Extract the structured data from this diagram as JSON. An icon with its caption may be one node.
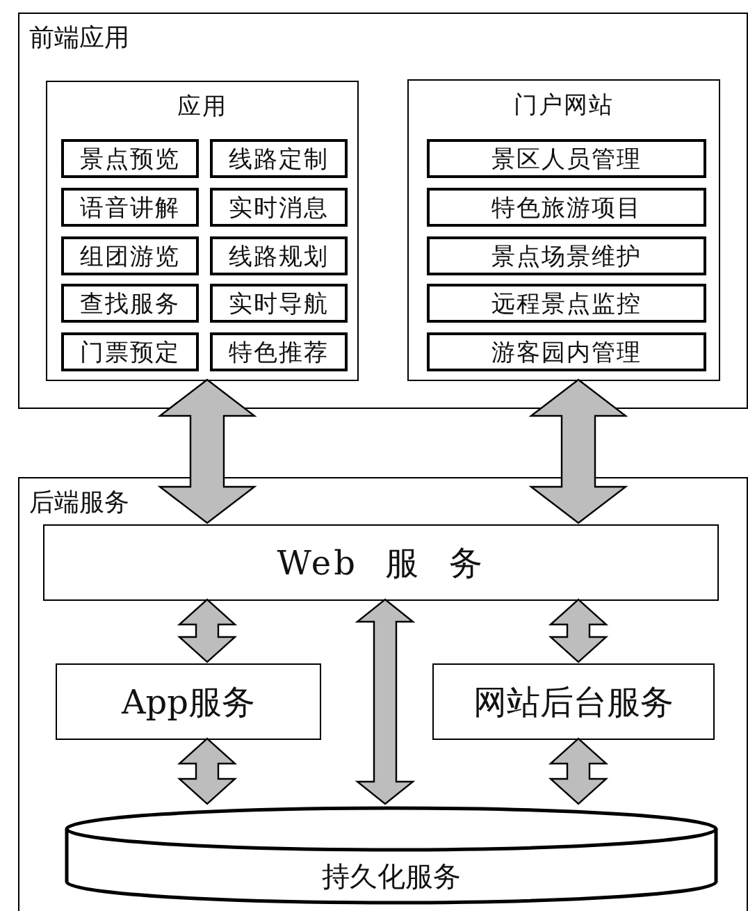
{
  "diagram": {
    "nodes": [
      {
        "text": [
          "前端应用"
        ]
      },
      {
        "text": [
          "应用"
        ],
        "in": 0
      },
      {
        "text": [
          "景点预览"
        ],
        "in": 1
      },
      {
        "text": [
          "线路定制"
        ],
        "in": 1
      },
      {
        "text": [
          "语音讲解"
        ],
        "in": 1
      },
      {
        "text": [
          "实时消息"
        ],
        "in": 1
      },
      {
        "text": [
          "组团游览"
        ],
        "in": 1
      },
      {
        "text": [
          "线路规划"
        ],
        "in": 1
      },
      {
        "text": [
          "查找服务"
        ],
        "in": 1
      },
      {
        "text": [
          "实时导航"
        ],
        "in": 1
      },
      {
        "text": [
          "门票预定"
        ],
        "in": 1
      },
      {
        "text": [
          "特色推荐"
        ],
        "in": 1
      },
      {
        "text": [
          "门户网站"
        ],
        "in": 0
      },
      {
        "text": [
          "景区人员管理"
        ],
        "in": 12
      },
      {
        "text": [
          "特色旅游项目"
        ],
        "in": 12
      },
      {
        "text": [
          "景点场景维护"
        ],
        "in": 12
      },
      {
        "text": [
          "远程景点监控"
        ],
        "in": 12
      },
      {
        "text": [
          "游客园内管理"
        ],
        "in": 12
      },
      {
        "text": [
          "后端服务"
        ]
      },
      {
        "text": [
          "Web 服 务"
        ],
        "in": 18
      },
      {
        "text": [
          "App服务"
        ],
        "in": 18
      },
      {
        "text": [
          "网站后台服务"
        ],
        "in": 18
      },
      {
        "text": [
          "持久化服务"
        ],
        "in": 18
      }
    ],
    "edges": [
      {
        "from": 1,
        "to": 19,
        "arrow": "both"
      },
      {
        "from": 12,
        "to": 19,
        "arrow": "both"
      },
      {
        "from": 19,
        "to": 20,
        "arrow": "both"
      },
      {
        "from": 19,
        "to": 21,
        "arrow": "both"
      },
      {
        "from": 19,
        "to": 22,
        "arrow": "both"
      },
      {
        "from": 20,
        "to": 22,
        "arrow": "both"
      },
      {
        "from": 21,
        "to": 22,
        "arrow": "both"
      }
    ]
  }
}
